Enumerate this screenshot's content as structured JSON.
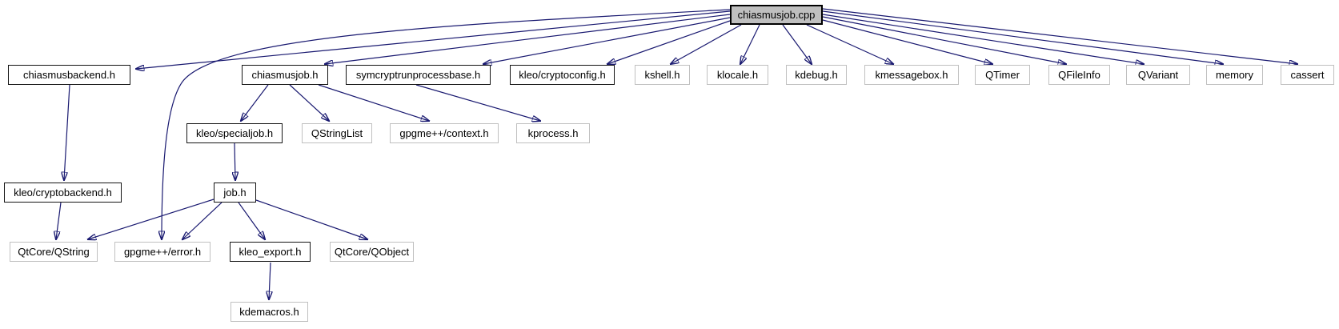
{
  "diagram": {
    "kind": "include-dependency-graph",
    "root": "chiasmusjob.cpp",
    "colors": {
      "edge": "#191970",
      "root_fill": "#bfbfbf",
      "documented_border": "#141414",
      "external_border": "#c0c0c0",
      "node_fill": "#ffffff",
      "text": "#000000"
    },
    "nodes": {
      "root": {
        "label": "chiasmusjob.cpp"
      },
      "chiasmusbackend": {
        "label": "chiasmusbackend.h"
      },
      "chiasmusjob": {
        "label": "chiasmusjob.h"
      },
      "symcryptrun": {
        "label": "symcryptrunprocessbase.h"
      },
      "kleo_cryptoconfig": {
        "label": "kleo/cryptoconfig.h"
      },
      "kshell": {
        "label": "kshell.h"
      },
      "klocale": {
        "label": "klocale.h"
      },
      "kdebug": {
        "label": "kdebug.h"
      },
      "kmessagebox": {
        "label": "kmessagebox.h"
      },
      "qtimer": {
        "label": "QTimer"
      },
      "qfileinfo": {
        "label": "QFileInfo"
      },
      "qvariant": {
        "label": "QVariant"
      },
      "memory": {
        "label": "memory"
      },
      "cassert": {
        "label": "cassert"
      },
      "kleo_specialjob": {
        "label": "kleo/specialjob.h"
      },
      "qstringlist": {
        "label": "QStringList"
      },
      "gpgme_context": {
        "label": "gpgme++/context.h"
      },
      "kprocess": {
        "label": "kprocess.h"
      },
      "kleo_cryptobackend": {
        "label": "kleo/cryptobackend.h"
      },
      "job": {
        "label": "job.h"
      },
      "qtcore_qstring": {
        "label": "QtCore/QString"
      },
      "gpgme_error": {
        "label": "gpgme++/error.h"
      },
      "kleo_export": {
        "label": "kleo_export.h"
      },
      "qtcore_qobject": {
        "label": "QtCore/QObject"
      },
      "kdemacros": {
        "label": "kdemacros.h"
      }
    },
    "edges": [
      {
        "from": "chiasmusjob.cpp",
        "to": "chiasmusbackend.h"
      },
      {
        "from": "chiasmusjob.cpp",
        "to": "chiasmusjob.h"
      },
      {
        "from": "chiasmusjob.cpp",
        "to": "symcryptrunprocessbase.h"
      },
      {
        "from": "chiasmusjob.cpp",
        "to": "kleo/cryptoconfig.h"
      },
      {
        "from": "chiasmusjob.cpp",
        "to": "kshell.h"
      },
      {
        "from": "chiasmusjob.cpp",
        "to": "klocale.h"
      },
      {
        "from": "chiasmusjob.cpp",
        "to": "kdebug.h"
      },
      {
        "from": "chiasmusjob.cpp",
        "to": "kmessagebox.h"
      },
      {
        "from": "chiasmusjob.cpp",
        "to": "QTimer"
      },
      {
        "from": "chiasmusjob.cpp",
        "to": "QFileInfo"
      },
      {
        "from": "chiasmusjob.cpp",
        "to": "QVariant"
      },
      {
        "from": "chiasmusjob.cpp",
        "to": "memory"
      },
      {
        "from": "chiasmusjob.cpp",
        "to": "cassert"
      },
      {
        "from": "chiasmusjob.cpp",
        "to": "gpgme++/error.h"
      },
      {
        "from": "chiasmusbackend.h",
        "to": "kleo/cryptobackend.h"
      },
      {
        "from": "kleo/cryptobackend.h",
        "to": "QtCore/QString"
      },
      {
        "from": "chiasmusjob.h",
        "to": "kleo/specialjob.h"
      },
      {
        "from": "chiasmusjob.h",
        "to": "QStringList"
      },
      {
        "from": "chiasmusjob.h",
        "to": "gpgme++/context.h"
      },
      {
        "from": "symcryptrunprocessbase.h",
        "to": "kprocess.h"
      },
      {
        "from": "kleo/specialjob.h",
        "to": "job.h"
      },
      {
        "from": "job.h",
        "to": "QtCore/QString"
      },
      {
        "from": "job.h",
        "to": "gpgme++/error.h"
      },
      {
        "from": "job.h",
        "to": "kleo_export.h"
      },
      {
        "from": "job.h",
        "to": "QtCore/QObject"
      },
      {
        "from": "kleo_export.h",
        "to": "kdemacros.h"
      }
    ]
  }
}
